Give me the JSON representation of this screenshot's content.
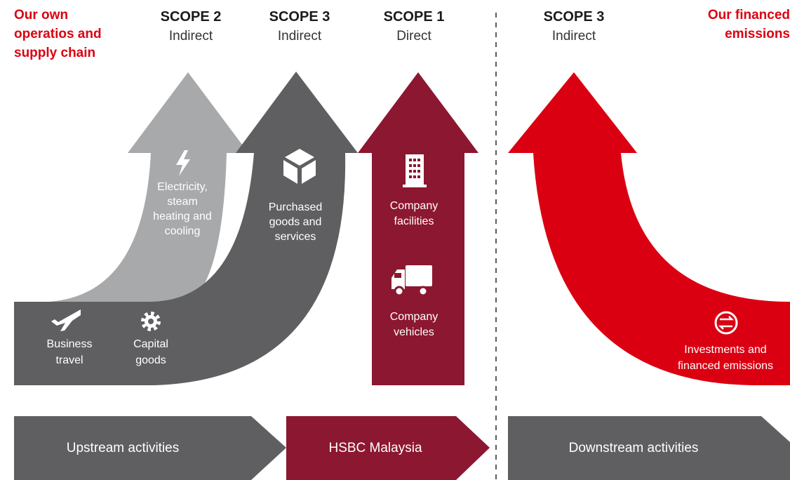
{
  "headings": {
    "left": [
      "Our own",
      "operatios and",
      "supply chain"
    ],
    "right": [
      "Our financed",
      "emissions"
    ]
  },
  "scopes": [
    {
      "title": "SCOPE 2",
      "subtitle": "Indirect"
    },
    {
      "title": "SCOPE 3",
      "subtitle": "Indirect"
    },
    {
      "title": "SCOPE 1",
      "subtitle": "Direct"
    },
    {
      "title": "SCOPE 3",
      "subtitle": "Indirect"
    }
  ],
  "categories": {
    "electricity": [
      "Electricity,",
      "steam",
      "heating and",
      "cooling"
    ],
    "purchased": [
      "Purchased",
      "goods and",
      "services"
    ],
    "facilities": [
      "Company",
      "facilities"
    ],
    "vehicles": [
      "Company",
      "vehicles"
    ],
    "business_travel": [
      "Business",
      "travel"
    ],
    "capital_goods": [
      "Capital",
      "goods"
    ],
    "investments": [
      "Investments and",
      "financed emissions"
    ]
  },
  "bands": {
    "upstream": "Upstream activities",
    "hsbc": "HSBC Malaysia",
    "downstream": "Downstream activities"
  },
  "icons": {
    "electricity": "lightning-bolt-icon",
    "purchased": "box-icon",
    "facilities": "building-icon",
    "vehicles": "truck-icon",
    "business_travel": "airplane-icon",
    "capital_goods": "gear-icon",
    "investments": "exchange-icon"
  },
  "colors": {
    "red": "#db0011",
    "maroon": "#8c1730",
    "dark_gray": "#5f5f61",
    "light_gray": "#a8a9ab",
    "divider": "#333333"
  }
}
